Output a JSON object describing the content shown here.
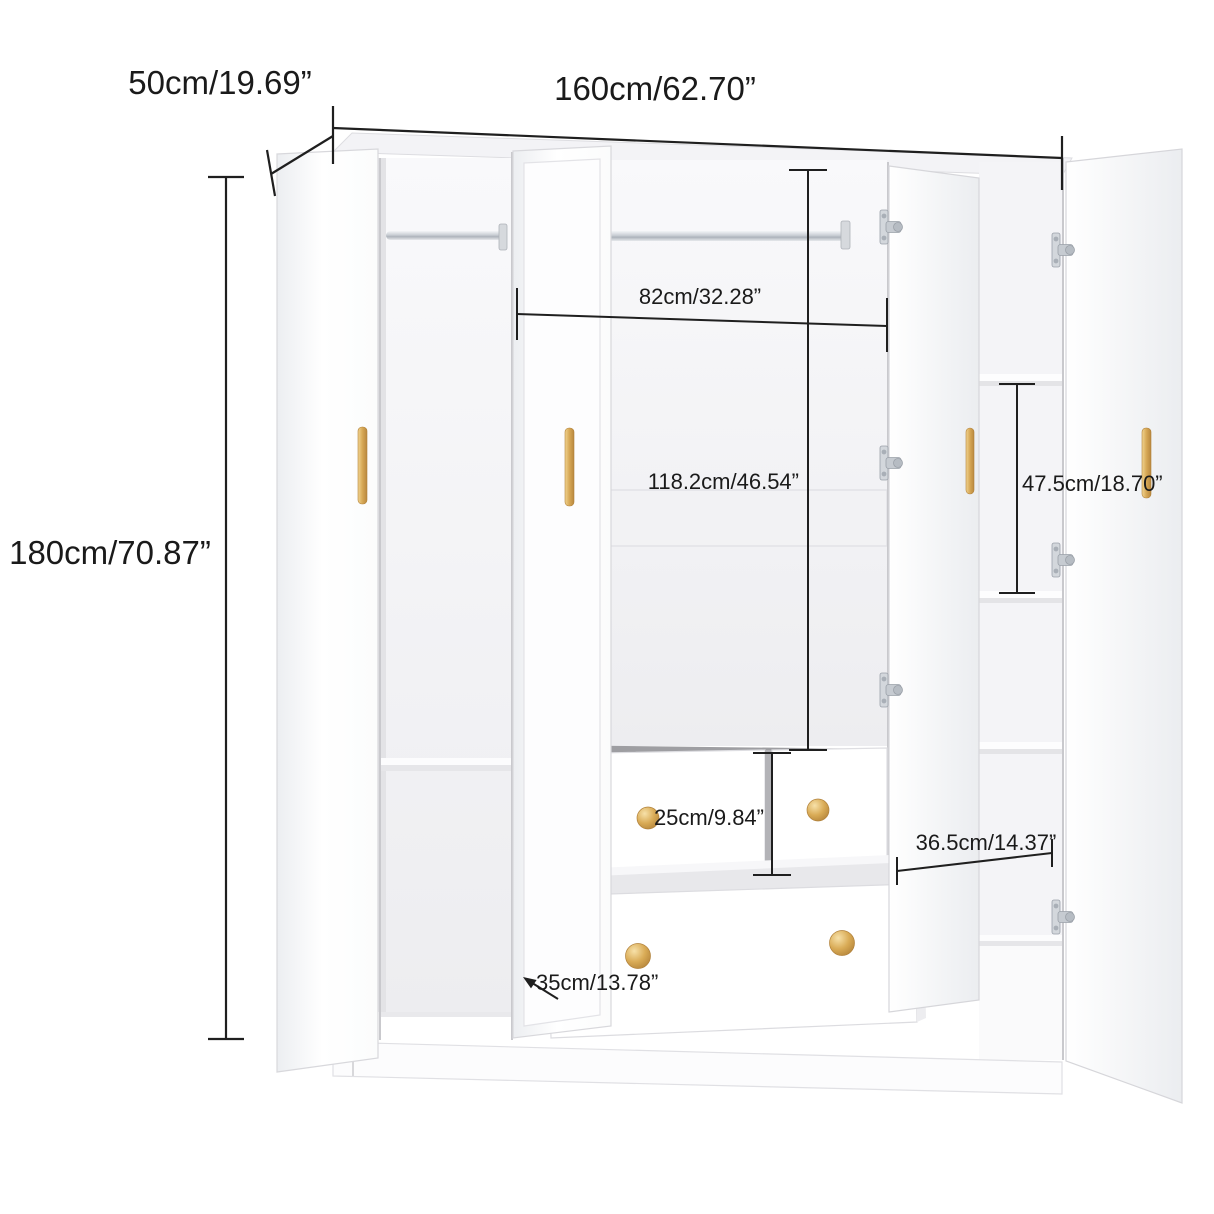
{
  "product": "4-door white wardrobe dimension diagram with open doors, hanging rods, shelves and three pulled-out drawers",
  "colors": {
    "background": "#ffffff",
    "dimension_line": "#1f1f1f",
    "label_text": "#1a1a1a",
    "gold_hardware": "#d6a755",
    "chrome_hardware": "#c6cbd1",
    "cabinet_white": "#ffffff",
    "interior_shade": "#f2f2f5"
  },
  "dimensions": {
    "depth": "50cm/19.69”",
    "width": "160cm/62.70”",
    "height": "180cm/70.87”",
    "middle_opening_width": "82cm/32.28”",
    "hanging_space_height": "118.2cm/46.54”",
    "right_shelf_spacing": "47.5cm/18.70”",
    "drawer_height": "25cm/9.84”",
    "right_drawer_width": "36.5cm/14.37”",
    "drawer_depth": "35cm/13.78”"
  }
}
